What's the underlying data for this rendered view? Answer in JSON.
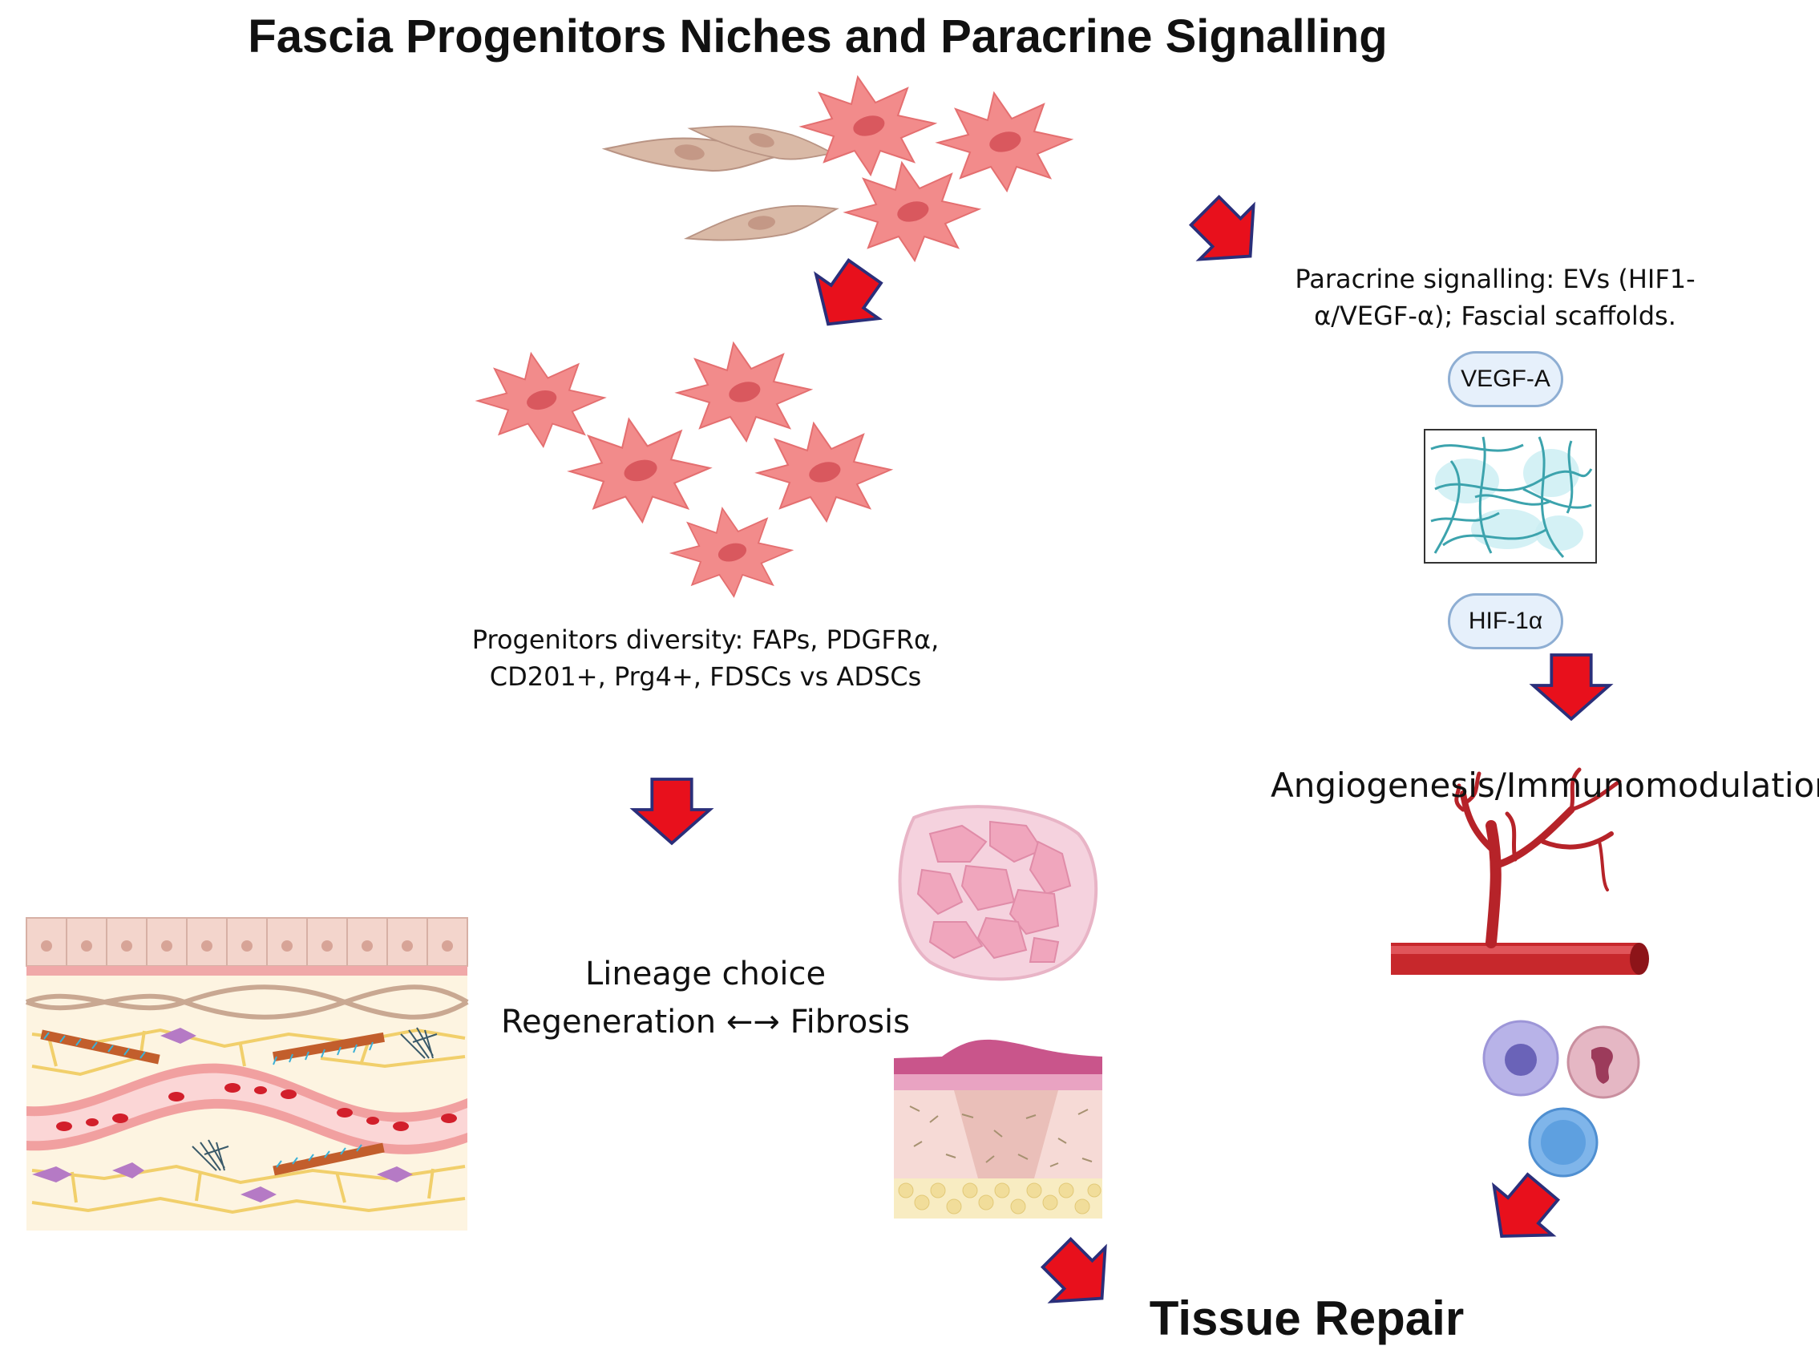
{
  "title": "Fascia Progenitors Niches and Paracrine Signalling",
  "progenitors": {
    "text": "Progenitors diversity: FAPs, PDGFRα, CD201+, Prg4+, FDSCs vs ADSCs"
  },
  "paracrine": {
    "text": "Paracrine signalling: EVs (HIF1-α/VEGF-α); Fascial scaffolds.",
    "vegf_label": "VEGF-A",
    "hif_label": "HIF-1α"
  },
  "angiogenesis": {
    "text": "Angiogenesis/Immunomodulation"
  },
  "lineage": {
    "line1": "Lineage choice",
    "line2": "Regeneration ←→ Fibrosis"
  },
  "outcome": {
    "text": "Tissue Repair"
  },
  "colors": {
    "arrow_fill": "#e8101c",
    "arrow_stroke": "#2a2f7a",
    "cell_pink": "#f28b8b",
    "cell_beige": "#d9b9a6",
    "vessel_red": "#c7282c"
  },
  "icons": [
    "fibroblast-cells-icon",
    "activated-cells-icon",
    "fascial-scaffold-icon",
    "blood-vessel-icon",
    "immune-cells-icon",
    "fascia-tissue-icon",
    "muscle-section-icon",
    "skin-scar-icon"
  ]
}
